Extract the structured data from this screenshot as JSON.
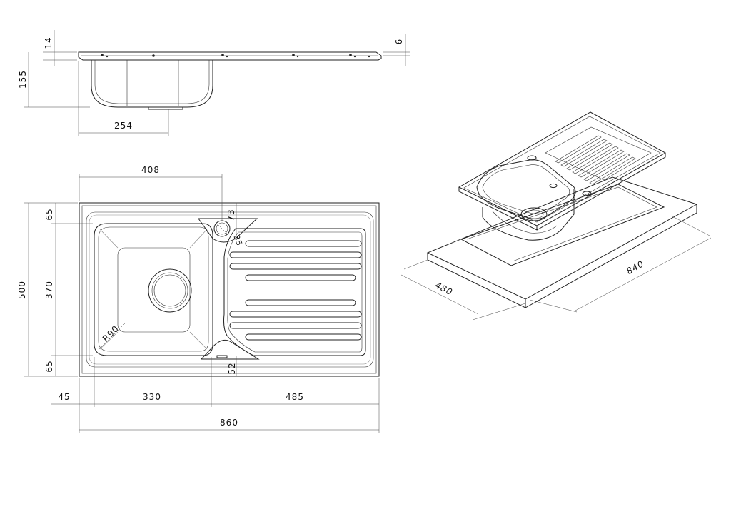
{
  "side_view": {
    "dims": {
      "flange_height": "14",
      "bowl_depth": "155",
      "bowl_width": "254",
      "rim_offset": "6"
    }
  },
  "plan_view": {
    "dims": {
      "tap_hole_offset": "408",
      "overall_depth": "500",
      "top_margin": "65",
      "bowl_depth": "370",
      "bottom_margin": "65",
      "left_margin": "45",
      "bowl_width": "330",
      "drainer_width": "485",
      "overall_width": "860",
      "corner_radius": "R90",
      "tap_hole_top": "73",
      "tap_hole_dia": "35",
      "overflow_offset": "52"
    }
  },
  "iso_view": {
    "dims": {
      "cutout_depth": "480",
      "cutout_width": "840"
    }
  }
}
